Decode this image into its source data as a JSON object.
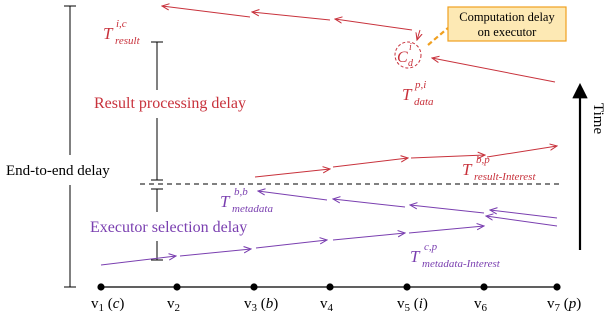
{
  "colors": {
    "red": "#c8323c",
    "purple": "#7a3fb0",
    "black": "#000000",
    "orange": "#f0a020"
  },
  "labels": {
    "result_processing": "Result processing delay",
    "executor_selection": "Executor selection delay",
    "end_to_end": "End-to-end delay",
    "time": "Time",
    "computation_box_line1": "Computation delay",
    "computation_box_line2": "on executor",
    "open_paren": "(",
    "close_paren": ")"
  },
  "symbols": {
    "t_result": {
      "base": "T",
      "sup": "i,c",
      "sub": "result"
    },
    "c_d": {
      "base": "C",
      "sup": "i",
      "sub": "d"
    },
    "t_data": {
      "base": "T",
      "sup": "p,i",
      "sub": "data"
    },
    "t_result_interest": {
      "base": "T",
      "sup": "b,p",
      "sub": "result-Interest"
    },
    "t_metadata": {
      "base": "T",
      "sup": "b,b",
      "sub": "metadata"
    },
    "t_metadata_interest": {
      "base": "T",
      "sup": "c,p",
      "sub": "metadata-Interest"
    }
  },
  "nodes": [
    {
      "name": "v",
      "index": "1",
      "role": "c"
    },
    {
      "name": "v",
      "index": "2",
      "role": ""
    },
    {
      "name": "v",
      "index": "3",
      "role": "b"
    },
    {
      "name": "v",
      "index": "4",
      "role": ""
    },
    {
      "name": "v",
      "index": "5",
      "role": "i"
    },
    {
      "name": "v",
      "index": "6",
      "role": ""
    },
    {
      "name": "v",
      "index": "7",
      "role": "p"
    }
  ]
}
